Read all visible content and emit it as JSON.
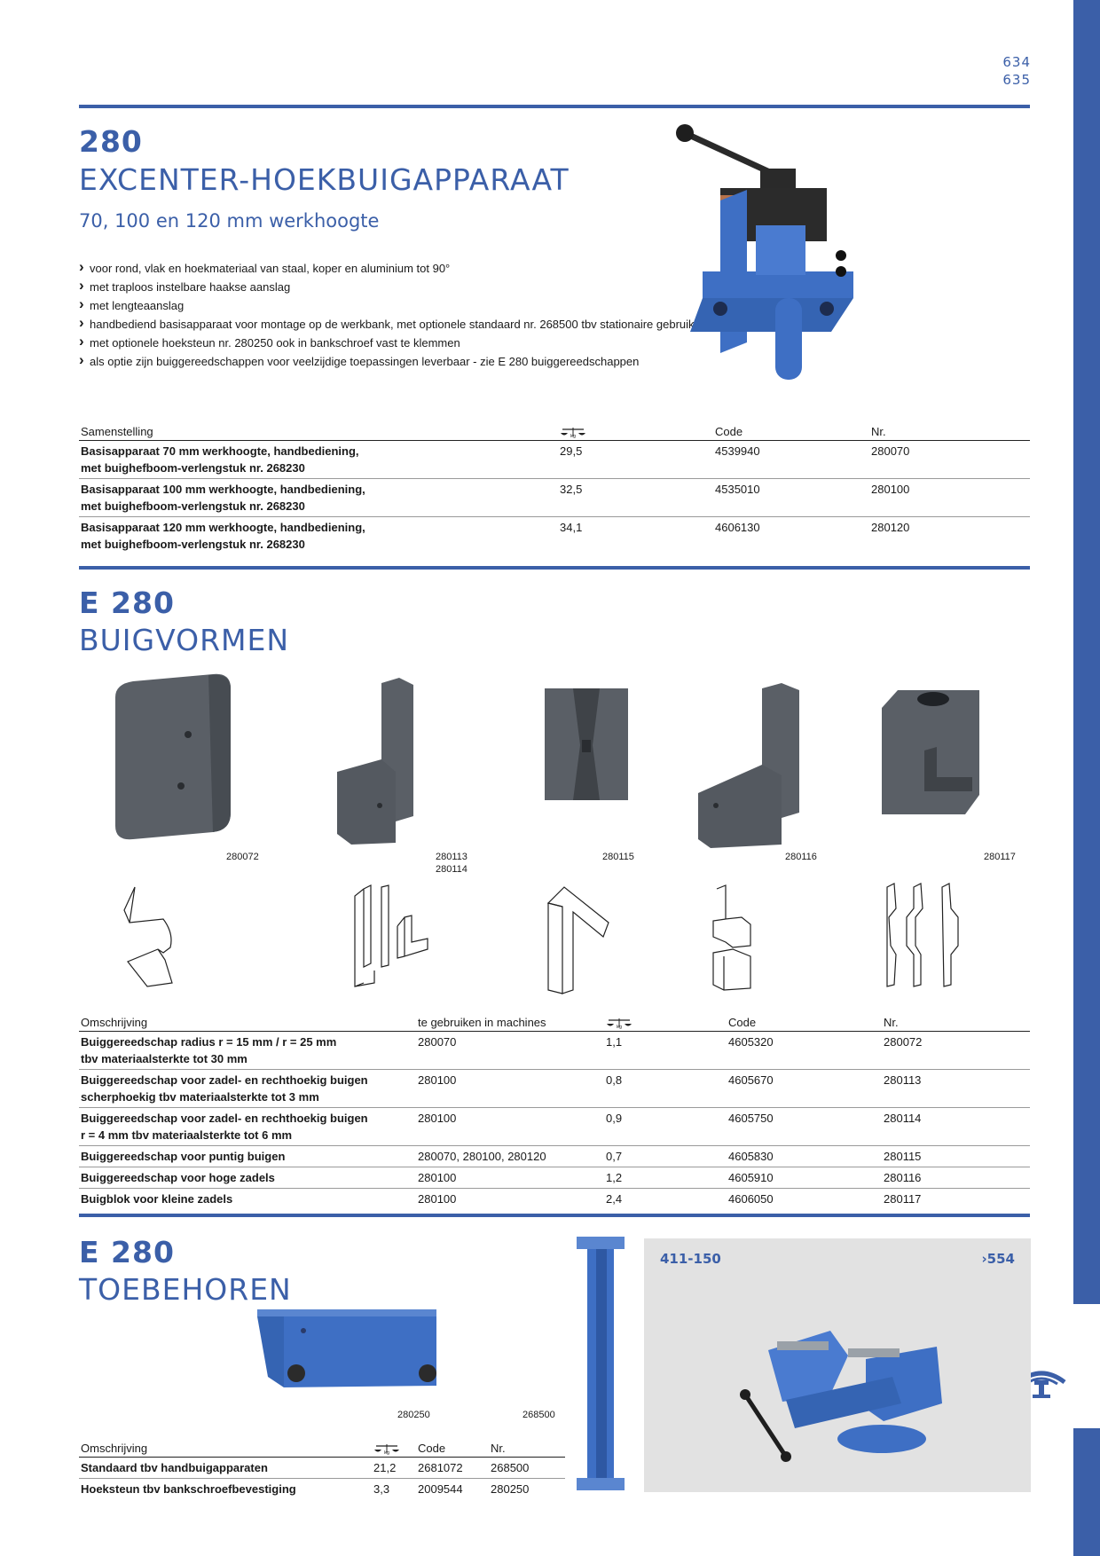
{
  "page_numbers": [
    "634",
    "635"
  ],
  "section1": {
    "number": "280",
    "title": "EXCENTER-HOEKBUIGAPPARAAT",
    "subtitle": "70, 100 en 120 mm werkhoogte",
    "bullets": [
      "voor rond, vlak en hoekmateriaal van staal, koper en aluminium tot 90°",
      "met traploos instelbare haakse aanslag",
      "met lengteaanslag",
      "handbediend basisapparaat voor montage op de werkbank, met optionele standaard nr. 268500 tbv stationaire gebruik",
      "met optionele hoeksteun nr. 280250 ook in bankschroef vast te klemmen",
      "als optie zijn buiggereedschappen voor veelzijdige toepassingen leverbaar - zie E 280 buiggereedschappen"
    ],
    "table": {
      "headers": {
        "desc": "Samenstelling",
        "weight": "kg",
        "code": "Code",
        "nr": "Nr."
      },
      "rows": [
        {
          "desc1": "Basisapparaat 70 mm werkhoogte, handbediening,",
          "desc2": "met buighefboom-verlengstuk nr. 268230",
          "weight": "29,5",
          "code": "4539940",
          "nr": "280070"
        },
        {
          "desc1": "Basisapparaat 100 mm werkhoogte, handbediening,",
          "desc2": "met buighefboom-verlengstuk nr. 268230",
          "weight": "32,5",
          "code": "4535010",
          "nr": "280100"
        },
        {
          "desc1": "Basisapparaat 120 mm werkhoogte, handbediening,",
          "desc2": "met buighefboom-verlengstuk nr. 268230",
          "weight": "34,1",
          "code": "4606130",
          "nr": "280120"
        }
      ]
    }
  },
  "section2": {
    "number": "E 280",
    "title": "BUIGVORMEN",
    "part_labels": [
      "280072",
      "280113",
      "280114",
      "280115",
      "280116",
      "280117"
    ],
    "table": {
      "headers": {
        "desc": "Omschrijving",
        "machines": "te gebruiken in machines",
        "weight": "kg",
        "code": "Code",
        "nr": "Nr."
      },
      "rows": [
        {
          "desc1": "Buiggereedschap radius r = 15 mm / r = 25 mm",
          "desc2": "tbv materiaalsterkte tot 30 mm",
          "machines": "280070",
          "weight": "1,1",
          "code": "4605320",
          "nr": "280072"
        },
        {
          "desc1": "Buiggereedschap voor zadel- en rechthoekig buigen",
          "desc2": "scherphoekig tbv materiaalsterkte tot 3 mm",
          "machines": "280100",
          "weight": "0,8",
          "code": "4605670",
          "nr": "280113"
        },
        {
          "desc1": "Buiggereedschap voor zadel- en rechthoekig buigen",
          "desc2": "r = 4 mm tbv materiaalsterkte tot 6 mm",
          "machines": "280100",
          "weight": "0,9",
          "code": "4605750",
          "nr": "280114"
        },
        {
          "desc1": "Buiggereedschap voor puntig buigen",
          "desc2": "",
          "machines": "280070, 280100, 280120",
          "weight": "0,7",
          "code": "4605830",
          "nr": "280115"
        },
        {
          "desc1": "Buiggereedschap voor hoge zadels",
          "desc2": "",
          "machines": "280100",
          "weight": "1,2",
          "code": "4605910",
          "nr": "280116"
        },
        {
          "desc1": "Buigblok voor kleine zadels",
          "desc2": "",
          "machines": "280100",
          "weight": "2,4",
          "code": "4606050",
          "nr": "280117"
        }
      ]
    }
  },
  "section3": {
    "number": "E 280",
    "title": "TOEBEHOREN",
    "part_labels": [
      "280250",
      "268500"
    ],
    "vice_ref": "411-150",
    "vice_page": "›554",
    "table": {
      "headers": {
        "desc": "Omschrijving",
        "weight": "kg",
        "code": "Code",
        "nr": "Nr."
      },
      "rows": [
        {
          "desc": "Standaard tbv handbuigapparaten",
          "weight": "21,2",
          "code": "2681072",
          "nr": "268500"
        },
        {
          "desc": "Hoeksteun tbv bankschroefbevestiging",
          "weight": "3,3",
          "code": "2009544",
          "nr": "280250"
        }
      ]
    }
  },
  "colors": {
    "brand_blue": "#3b5fa8",
    "steel": "#5a5f66",
    "machine_blue": "#3e6fc4",
    "panel_grey": "#e2e2e2"
  },
  "icons": [
    "weight-scale-icon",
    "vice-logo-icon"
  ]
}
